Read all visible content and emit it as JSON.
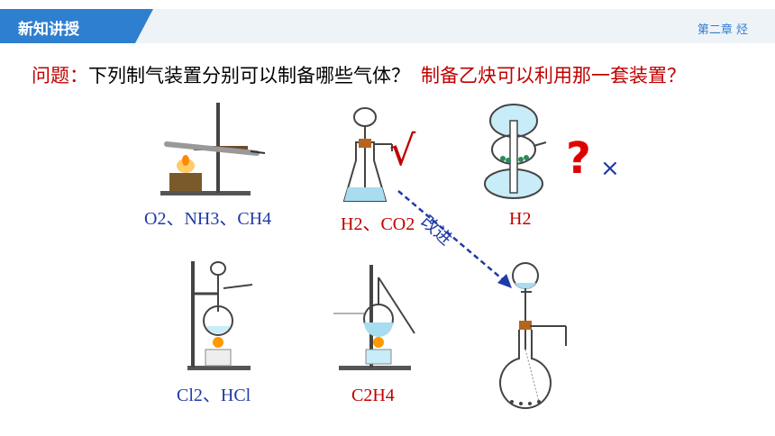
{
  "header": {
    "section_title": "新知讲授",
    "chapter": "第二章 烃"
  },
  "question": {
    "prefix": "问题：",
    "text": "下列制气装置分别可以制备哪些气体？",
    "followup": "制备乙炔可以利用那一套装置？"
  },
  "apparatus": [
    {
      "id": "test-tube-heating",
      "gas_label": "O2、NH3、CH4"
    },
    {
      "id": "funnel-flask",
      "gas_label": "H2、CO2"
    },
    {
      "id": "kipp-generator",
      "gas_label": "H2"
    },
    {
      "id": "flask-heating",
      "gas_label": "Cl2、HCl"
    },
    {
      "id": "ethylene-generator",
      "gas_label": "C2H4"
    },
    {
      "id": "improved-dropping-funnel-flask",
      "gas_label": ""
    }
  ],
  "marks": {
    "check": "√",
    "question": "?",
    "cross": "×",
    "improve_label": "改进"
  },
  "colors": {
    "accent": "#2f7fd0",
    "red": "#c00000",
    "blue": "#1f3aa8"
  }
}
